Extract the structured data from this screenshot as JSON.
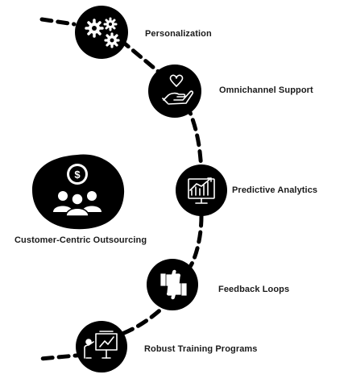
{
  "center": {
    "label": "Customer-Centric Outsourcing",
    "icon": "dollar-people-icon"
  },
  "steps": [
    {
      "label": "Personalization",
      "icon": "gears-icon"
    },
    {
      "label": "Omnichannel Support",
      "icon": "heart-hand-icon"
    },
    {
      "label": "Predictive Analytics",
      "icon": "analytics-monitor-icon"
    },
    {
      "label": "Feedback Loops",
      "icon": "thumbs-up-down-icon"
    },
    {
      "label": "Robust Training Programs",
      "icon": "presentation-trainer-icon"
    }
  ],
  "colors": {
    "circle": "#000000",
    "icon": "#ffffff",
    "text": "#1a1a1a",
    "path": "#000000"
  }
}
